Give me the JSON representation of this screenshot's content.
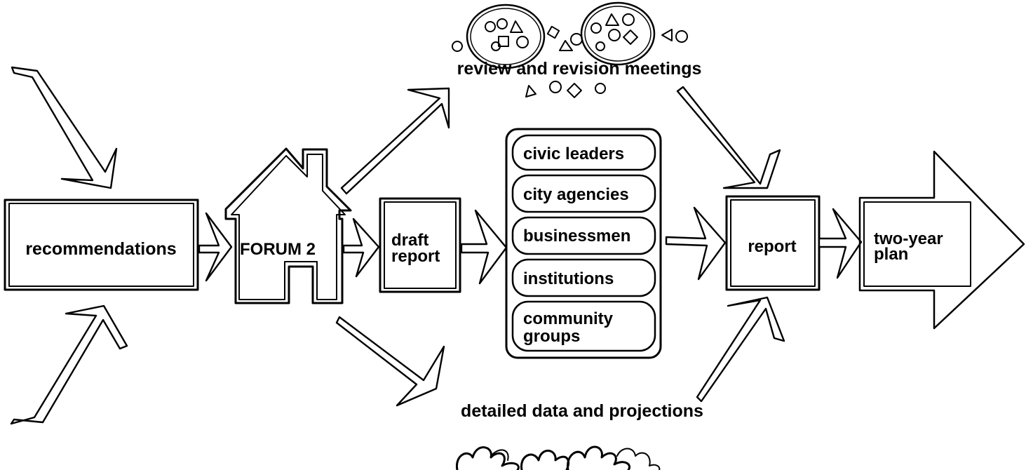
{
  "colors": {
    "ink": "#000000",
    "paper": "#ffffff"
  },
  "nodes": {
    "recommendations": "recommendations",
    "forum": "FORUM 2",
    "draft_report": [
      "draft",
      "report"
    ],
    "stakeholders": [
      "civic leaders",
      "city agencies",
      "businessmen",
      "institutions"
    ],
    "community_groups": [
      "community",
      "groups"
    ],
    "report": "report",
    "plan": [
      "two-year",
      "plan"
    ]
  },
  "annotations": {
    "review": "review and revision meetings",
    "data": "detailed data and projections"
  },
  "icons": {
    "meetings": "people-shapes-icon",
    "data": "data-scribble-icon"
  }
}
